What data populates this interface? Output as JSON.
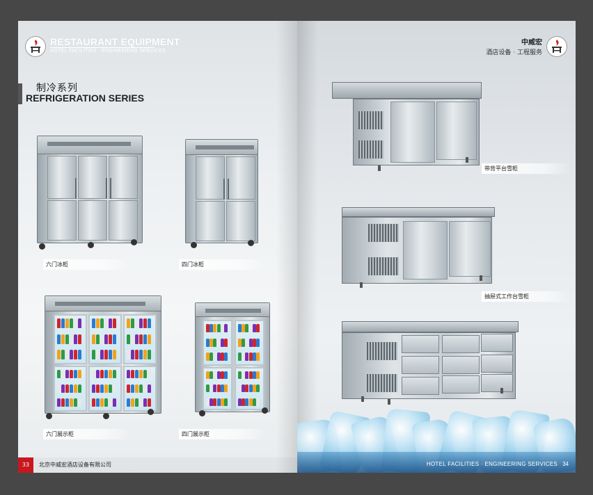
{
  "left_page": {
    "brand_en": "RESTAURANT EQUIPMENT",
    "brand_sub": "HOTEL FACILITIES  ·  ENGINEERING SERVICES",
    "series_cn": "制冷系列",
    "series_en": "REFRIGERATION SERIES",
    "products": [
      {
        "label": "六门冰柜"
      },
      {
        "label": "四门冰柜"
      },
      {
        "label": "六门展示柜"
      },
      {
        "label": "四门展示柜"
      }
    ],
    "page_number": "33",
    "company": "北京中威宏酒店设备有限公司"
  },
  "right_page": {
    "brand_cn": "中威宏",
    "brand_sub": "酒店设备 · 工程服务",
    "products": [
      {
        "label": "带背平台雪柜"
      },
      {
        "label": "抽屉式工作台雪柜"
      }
    ],
    "footer": "HOTEL FACILITIES · ENGINEERING SERVICES",
    "page_number": "34"
  },
  "colors": {
    "accent_red": "#c8171e",
    "background": "#474747"
  },
  "icons": [
    "logo-icon"
  ]
}
